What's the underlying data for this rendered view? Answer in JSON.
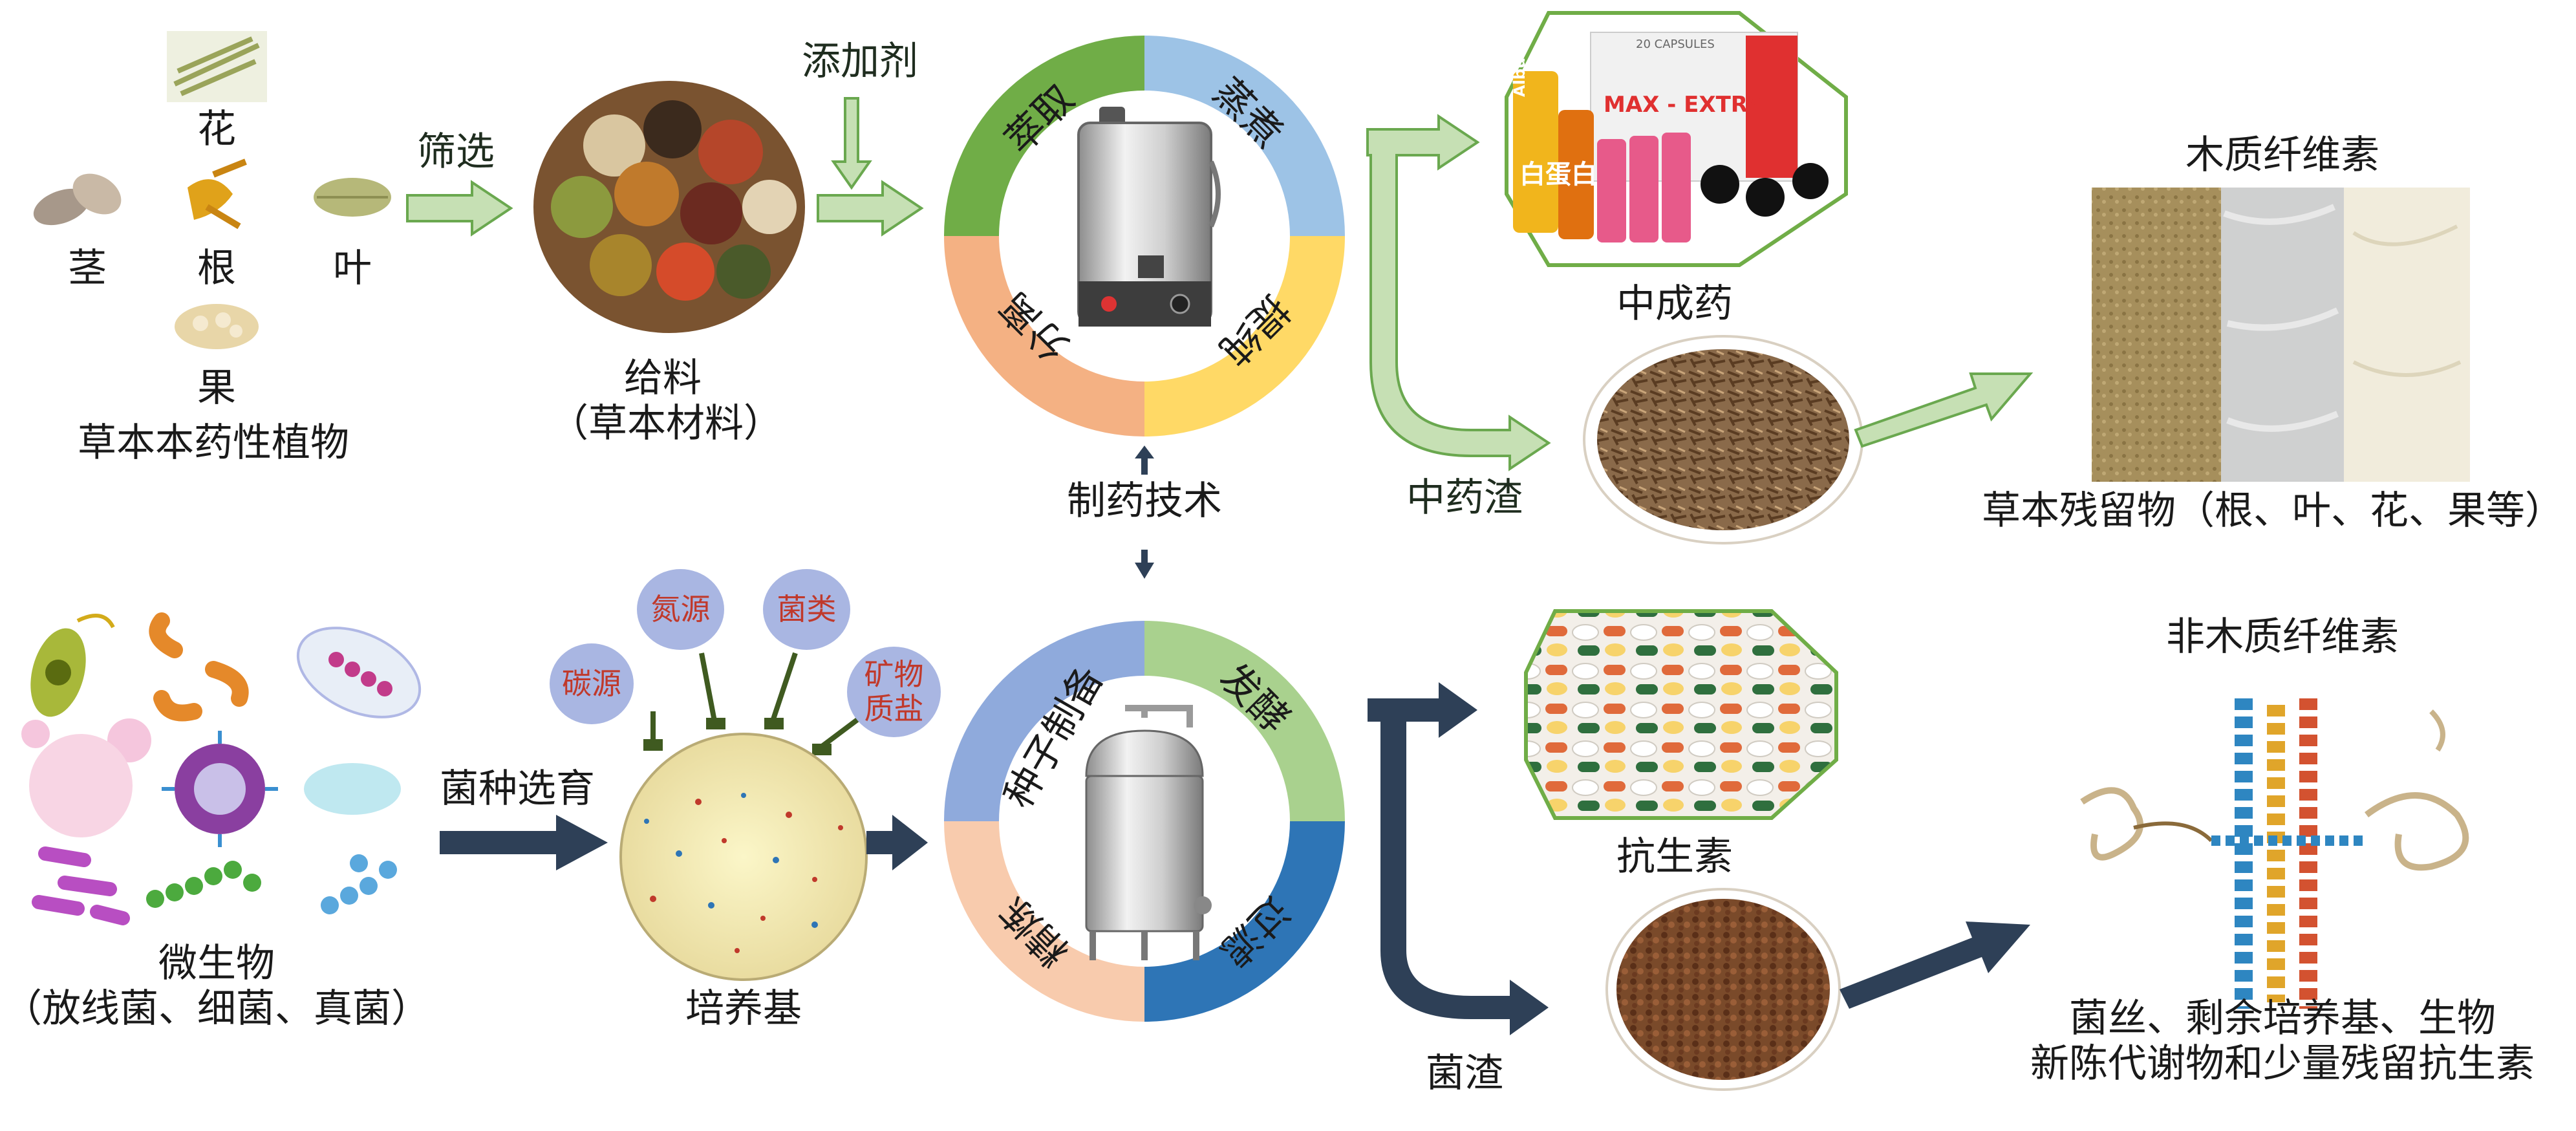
{
  "herbal": {
    "parts": {
      "flower": "花",
      "stem": "茎",
      "root": "根",
      "leaf": "叶",
      "fruit": "果"
    },
    "plants_label": "草本本药性植物",
    "screening": "筛选",
    "feed_title": "给料",
    "feed_sub": "（草本材料）",
    "additive": "添加剂",
    "ring": {
      "extract": "萃取",
      "steam": "蒸煮",
      "separate": "分离",
      "purify": "提纯"
    },
    "product": "中成药",
    "residue": "中药渣",
    "lignin_title": "木质纤维素",
    "lignin_caption": "草本残留物（根、叶、花、果等）"
  },
  "pharma_tech": "制药技术",
  "microbial": {
    "microbes_label": "微生物",
    "microbes_sub": "（放线菌、细菌、真菌）",
    "breeding": "菌种选育",
    "bubbles": {
      "carbon": "碳源",
      "nitrogen": "氮源",
      "fungi": "菌类",
      "mineral_1": "矿物",
      "mineral_2": "质盐"
    },
    "medium": "培养基",
    "ring": {
      "seed": "种子制备",
      "ferment": "发酵",
      "refine": "精炼",
      "filter": "过滤"
    },
    "product": "抗生素",
    "residue": "菌渣",
    "nonlignin_title": "非木质纤维素",
    "nonlignin_caption_1": "菌丝、剩余培养基、生物",
    "nonlignin_caption_2": "新陈代谢物和少量残留抗生素"
  },
  "capsule_box_text": {
    "count": "20 CAPSULES",
    "brand": "MAX - EXTRA",
    "bottle": "Albumin",
    "bottle_cn": "白蛋白"
  },
  "colors": {
    "green_arrow": "#c6e0b4",
    "green_arrow_stroke": "#6aa84f",
    "navy_arrow": "#2e4057",
    "ring_green": "#70ad47",
    "ring_blue": "#9dc3e6",
    "ring_orange": "#f4b183",
    "ring_yellow": "#ffd966",
    "ring2_blue": "#8faadc",
    "ring2_green": "#a9d18e",
    "ring2_orange": "#f8cbad",
    "ring2_teal": "#2e75b6",
    "octagon_green": "#70ad47",
    "bubble": "#a9b6e2",
    "bubble_text": "#c0392b"
  }
}
